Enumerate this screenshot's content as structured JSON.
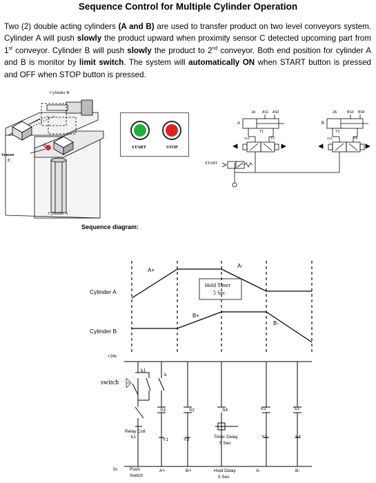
{
  "title": "Sequence Control for Multiple Cylinder Operation",
  "intro": {
    "s1": "Two (2) double acting cylinders ",
    "s2": "(A and B)",
    "s3": " are used to transfer product on two level conveyors system. Cylinder A will push ",
    "s4": "slowly",
    "s5": " the product upward when proximity sensor C detected upcoming part from 1",
    "s5sup": "st",
    "s6": " conveyor. Cylinder B will push ",
    "s7": "slowly",
    "s8": " the product to 2",
    "s8sup": "nd",
    "s9": " conveyor. Both end position for cylinder A and B is monitor by ",
    "s10": "limit switch",
    "s11": ". The system will ",
    "s12": "automatically ON",
    "s13": " when START button is pressed and OFF when STOP button is pressed."
  },
  "machine": {
    "cyl_b": "Cylinder B",
    "cyl_a": "Cylinder A",
    "sensor": "Sensor",
    "sensor_c": "C"
  },
  "buttons": {
    "start": "START",
    "stop": "STOP",
    "start_color": "#1db33b",
    "stop_color": "#e0201f"
  },
  "pneumatic": {
    "a": {
      "tag": "1A",
      "s1": "AS1",
      "s2": "AS2",
      "cyl": "A",
      "coil1": "Y1",
      "coil2": "Y2",
      "valve": "1V1"
    },
    "b": {
      "tag": "2A",
      "s1": "BS3",
      "s2": "BS4",
      "cyl": "B",
      "coil1": "Y3",
      "coil2": "Y4",
      "valve": "2V1"
    },
    "start": "START"
  },
  "sequence": {
    "heading": "Sequence diagram:",
    "cyl_a": "Cylinder A",
    "cyl_b": "Cylinder B",
    "a_plus": "A+",
    "a_minus": "A-",
    "b_plus": "B+",
    "b_minus": "B-",
    "timer1": "Hold Timer",
    "timer2": "5 Sec"
  },
  "ladder": {
    "v24": "+24v",
    "v0": "0v",
    "k1": "k1",
    "k": "k",
    "switch": "switch",
    "s3": "S3",
    "s2": "S2",
    "s4": "S4",
    "k2": "K2",
    "s1": "S1",
    "relay1": "Relay Coil",
    "relay2": "k1",
    "y1": "Y1",
    "y3": "Y3",
    "y2": "Y2",
    "y4": "Y4",
    "td1": "Timer Delay",
    "td2": "5 Sec",
    "push1": "Push",
    "push2": "Switch",
    "ap": "A+",
    "bp": "B+",
    "hd1": "Hold Delay",
    "hd2": "5 Sec",
    "am": "A-",
    "bm": "B-"
  }
}
